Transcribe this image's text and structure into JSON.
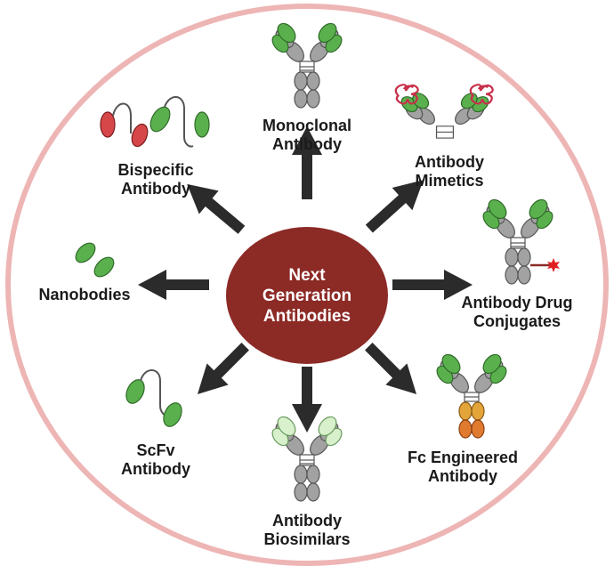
{
  "center": {
    "line1": "Next",
    "line2": "Generation",
    "line3": "Antibodies"
  },
  "labels": {
    "monoclonal": {
      "line1": "Monoclonal",
      "line2": "Antibody"
    },
    "mimetics": {
      "line1": "Antibody",
      "line2": "Mimetics"
    },
    "adc": {
      "line1": "Antibody Drug",
      "line2": "Conjugates"
    },
    "fc": {
      "line1": "Fc Engineered",
      "line2": "Antibody"
    },
    "biosimilars": {
      "line1": "Antibody",
      "line2": "Biosimilars"
    },
    "scfv": {
      "line1": "ScFv",
      "line2": "Antibody"
    },
    "nanobodies": {
      "line1": "Nanobodies"
    },
    "bispecific": {
      "line1": "Bispecific",
      "line2": "Antibody"
    }
  },
  "colors": {
    "ring": "#eeb5b5",
    "center": "#8c2a26",
    "arrow": "#2b2b2b",
    "green": "#5bb04e",
    "light_green": "#d9f0cc",
    "red": "#d6474a",
    "orange": "#e07a2e",
    "gray": "#a2a2a2"
  },
  "icons": [
    "monoclonal-antibody-icon",
    "antibody-mimetic-icon",
    "antibody-drug-conjugate-icon",
    "fc-engineered-antibody-icon",
    "biosimilar-antibody-icon",
    "scfv-antibody-icon",
    "nanobody-icon",
    "bispecific-antibody-icon"
  ]
}
